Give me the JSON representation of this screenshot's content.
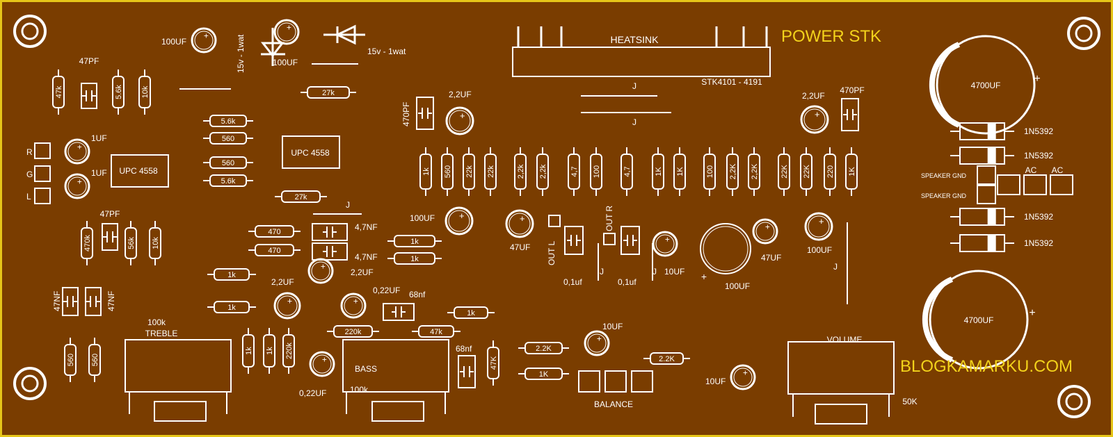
{
  "title": "POWER STK",
  "website": "BLOGKAMARKU.COM",
  "heatsink": "HEATSINK",
  "module": "STK4101 - 4191",
  "zener_label": "15v - 1wat",
  "colors": {
    "board": "#7a3d00",
    "silk": "#ffffff",
    "accent": "#f2d21b",
    "border": "#e6c619"
  },
  "components": {
    "c100uf": "100UF",
    "c47pf": "47PF",
    "c470pf": "470PF",
    "c22uf": "2,2UF",
    "c1uf": "1UF",
    "c47nf": "4,7NF",
    "c47nf_b": "47NF",
    "c022uf": "0,22UF",
    "c68nf": "68nf",
    "c10uf": "10UF",
    "c47uf": "47UF",
    "c01uf": "0,1uf",
    "c4700uf": "4700UF",
    "c470pf_r": "470PF",
    "r47k": "47k",
    "r56k": "5.6k",
    "r10k": "10k",
    "r27k": "27k",
    "r560": "560",
    "r470k": "470k",
    "r56k_b": "56k",
    "r470": "470",
    "r1k": "1k",
    "r220k": "220k",
    "r22k": "22k",
    "r2_2k": "2,2k",
    "r47": "4,7",
    "r100": "100",
    "r1K": "1K",
    "r2_2K": "2,2K",
    "r22K": "22K",
    "r220": "220",
    "r47K": "47K",
    "r2_2K_b": "2.2K",
    "r1K_b": "1K",
    "ic": "UPC 4558",
    "diode": "1N5392",
    "jumper": "J"
  },
  "connectors": {
    "r": "R",
    "g": "G",
    "l": "L",
    "spk": "SPEAKER GND",
    "ac": "AC",
    "outl": "OUT L",
    "outr": "OUT R"
  },
  "pots": {
    "treble_value": "100k",
    "treble": "TREBLE",
    "bass": "BASS",
    "bass_value": "100k",
    "balance": "BALANCE",
    "volume": "VOLUME",
    "volume_value": "50K"
  },
  "plus": "+"
}
